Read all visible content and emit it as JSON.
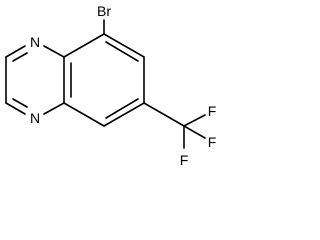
{
  "molecule": {
    "atoms": {
      "bromine": "Br",
      "nitrogen_top": "N",
      "nitrogen_bottom": "N",
      "fluorine_1": "F",
      "fluorine_2": "F",
      "fluorine_3": "F"
    }
  }
}
